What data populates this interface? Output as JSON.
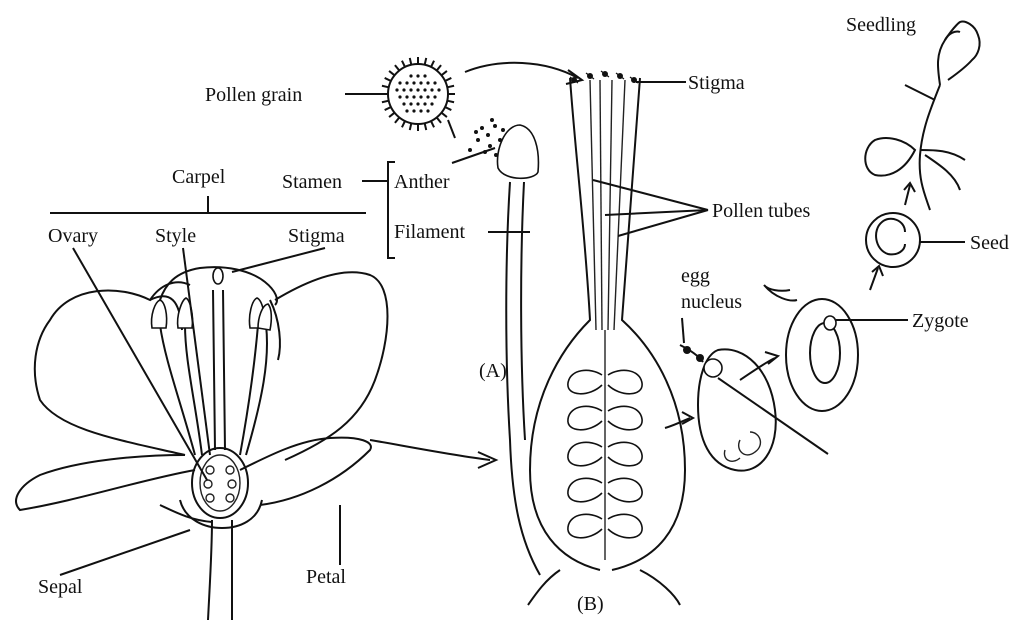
{
  "labels": {
    "seedling": "Seedling",
    "pollen_grain": "Pollen grain",
    "stigma_top": "Stigma",
    "carpel": "Carpel",
    "stamen": "Stamen",
    "anther": "Anther",
    "filament": "Filament",
    "pollen_tubes": "Pollen tubes",
    "ovary": "Ovary",
    "style": "Style",
    "stigma_left": "Stigma",
    "egg": "egg",
    "nucleus": "nucleus",
    "seed": "Seed",
    "zygote": "Zygote",
    "label_a": "(A)",
    "label_b": "(B)",
    "sepal": "Sepal",
    "petal": "Petal"
  }
}
